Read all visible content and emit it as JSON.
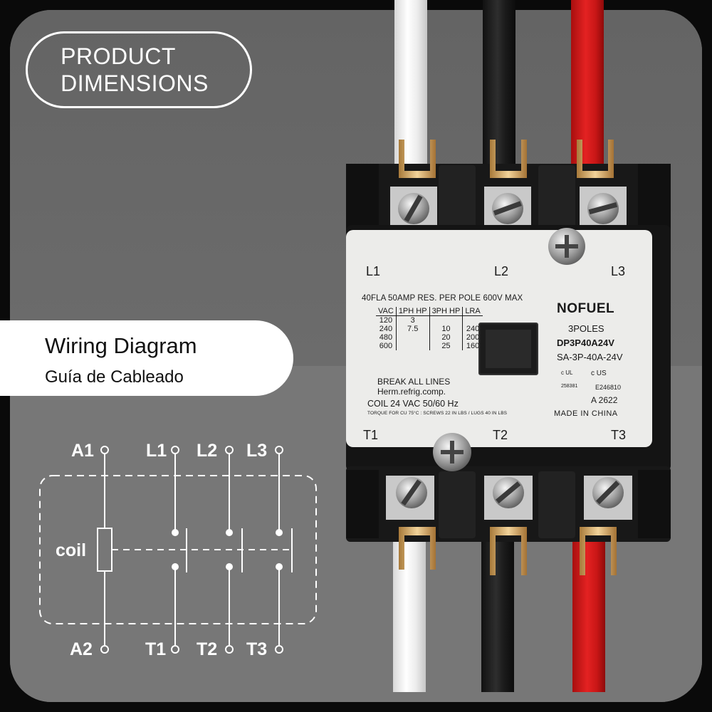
{
  "badge": {
    "line1": "PRODUCT",
    "line2": "DIMENSIONS"
  },
  "wiring": {
    "title": "Wiring Diagram",
    "subtitle": "Guía de Cableado"
  },
  "schematic": {
    "top_labels": [
      "A1",
      "L1",
      "L2",
      "L3"
    ],
    "bottom_labels": [
      "A2",
      "T1",
      "T2",
      "T3"
    ],
    "coil_label": "coil"
  },
  "plate": {
    "line_terminals": [
      "L1",
      "L2",
      "L3"
    ],
    "load_terminals": [
      "T1",
      "T2",
      "T3"
    ],
    "rating": "40FLA  50AMP  RES. PER POLE 600V  MAX",
    "table": {
      "headers": [
        "VAC",
        "1PH HP",
        "3PH HP",
        "LRA"
      ],
      "rows": [
        [
          "120",
          "3",
          "",
          ""
        ],
        [
          "240",
          "7.5",
          "10",
          "240"
        ],
        [
          "480",
          "",
          "20",
          "200"
        ],
        [
          "600",
          "",
          "25",
          "160"
        ]
      ]
    },
    "break_lines": "BREAK ALL LINES",
    "herm": "Herm.refrig.comp.",
    "coil": "COIL 24 VAC 50/60 Hz",
    "torque": "TORQUE FOR CU 75°C : SCREWS 22 IN LBS / LUGS 40 IN LBS",
    "brand": "NOFUEL",
    "poles": "3POLES",
    "model": "DP3P40A24V",
    "model_alt": "SA-3P-40A-24V",
    "cert_ul": "c UL",
    "cert_ul_num": "258381",
    "cert_us": "c  US",
    "cert_us_num": "E246810",
    "code": "A 2622",
    "made_in": "MADE IN CHINA"
  },
  "colors": {
    "wire_white": "#f2f2f2",
    "wire_black": "#1f1f1f",
    "wire_red": "#d81b1b",
    "body": "#141414",
    "plate": "#ececea"
  }
}
